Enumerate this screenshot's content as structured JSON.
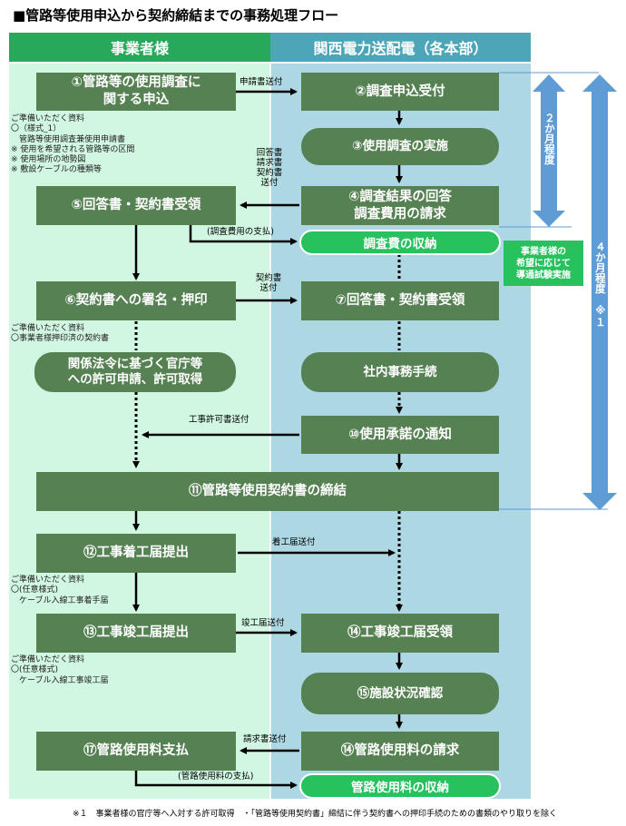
{
  "title": "■管路等使用申込から契約締結までの事務処理フロー",
  "columns": {
    "left": "事業者様",
    "right": "関西電力送配電（各本部）"
  },
  "boxes": {
    "b1": "①管路等の使用調査に\n関する申込",
    "b2": "②調査申込受付",
    "b3": "③使用調査の実施",
    "b4": "④調査結果の回答\n調査費用の請求",
    "b5": "⑤回答書・契約書受領",
    "b_fee": "調査費の収納",
    "b6": "⑥契約書への署名・押印",
    "b7": "⑦回答書・契約書受領",
    "b8": "関係法令に基づく官庁等\nへの許可申請、許可取得",
    "b9": "社内事務手続",
    "b10": "⑩使用承諾の通知",
    "b11": "⑪管路等使用契約書の締結",
    "b12": "⑫工事着工届提出",
    "b13": "⑬工事竣工届提出",
    "b14a": "⑭工事竣工届受領",
    "b15": "⑮施設状況確認",
    "b17": "⑰管路使用料支払",
    "b14b": "⑭管路使用料の請求",
    "b_use": "管路使用料の収納"
  },
  "labels": {
    "l1": "申請書送付",
    "l4": "回答書\n請求書\n契約書\n送付",
    "l_pay": "(調査費用の支払)",
    "l6": "契約書\n送付",
    "l10": "工事許可書送付",
    "l12": "着工届送付",
    "l13": "竣工届送付",
    "l17": "請求書送付",
    "l_use": "(管路使用料の支払)"
  },
  "notes": {
    "n1": "ご準備いただく資料\n〇（様式_1）\n　管路等使用調査兼使用申請書\n※ 使用を希望される管路等の区間\n※ 使用場所の地勢図\n※ 敷設ケーブルの種類等",
    "n6": "ご準備いただく資料\n〇事業者様押印済の契約書",
    "n12": "ご準備いただく資料\n〇(任意様式)\n　ケーブル入線工事着手届",
    "n13": "ご準備いただく資料\n〇(任意様式)\n　ケーブル入線工事竣工届"
  },
  "durations": {
    "short": "２か月程度",
    "long": "４か月程度　※１"
  },
  "callout": "事業者様の\n希望に応じて\n導通試験実施",
  "footnote": "※１　事業者様の官庁等へ入対する許可取得　・「管路等使用契約書」締結に伴う契約書への押印手続のための書類のやり取りを除く",
  "colors": {
    "box": "#568152",
    "left_header": "#27a85a",
    "right_header": "#4da6b8",
    "left_bg": "#d1f7e2",
    "right_bg": "#add7e2",
    "green_pill": "#27c15d",
    "duration_arrow": "#5f9bd4"
  }
}
